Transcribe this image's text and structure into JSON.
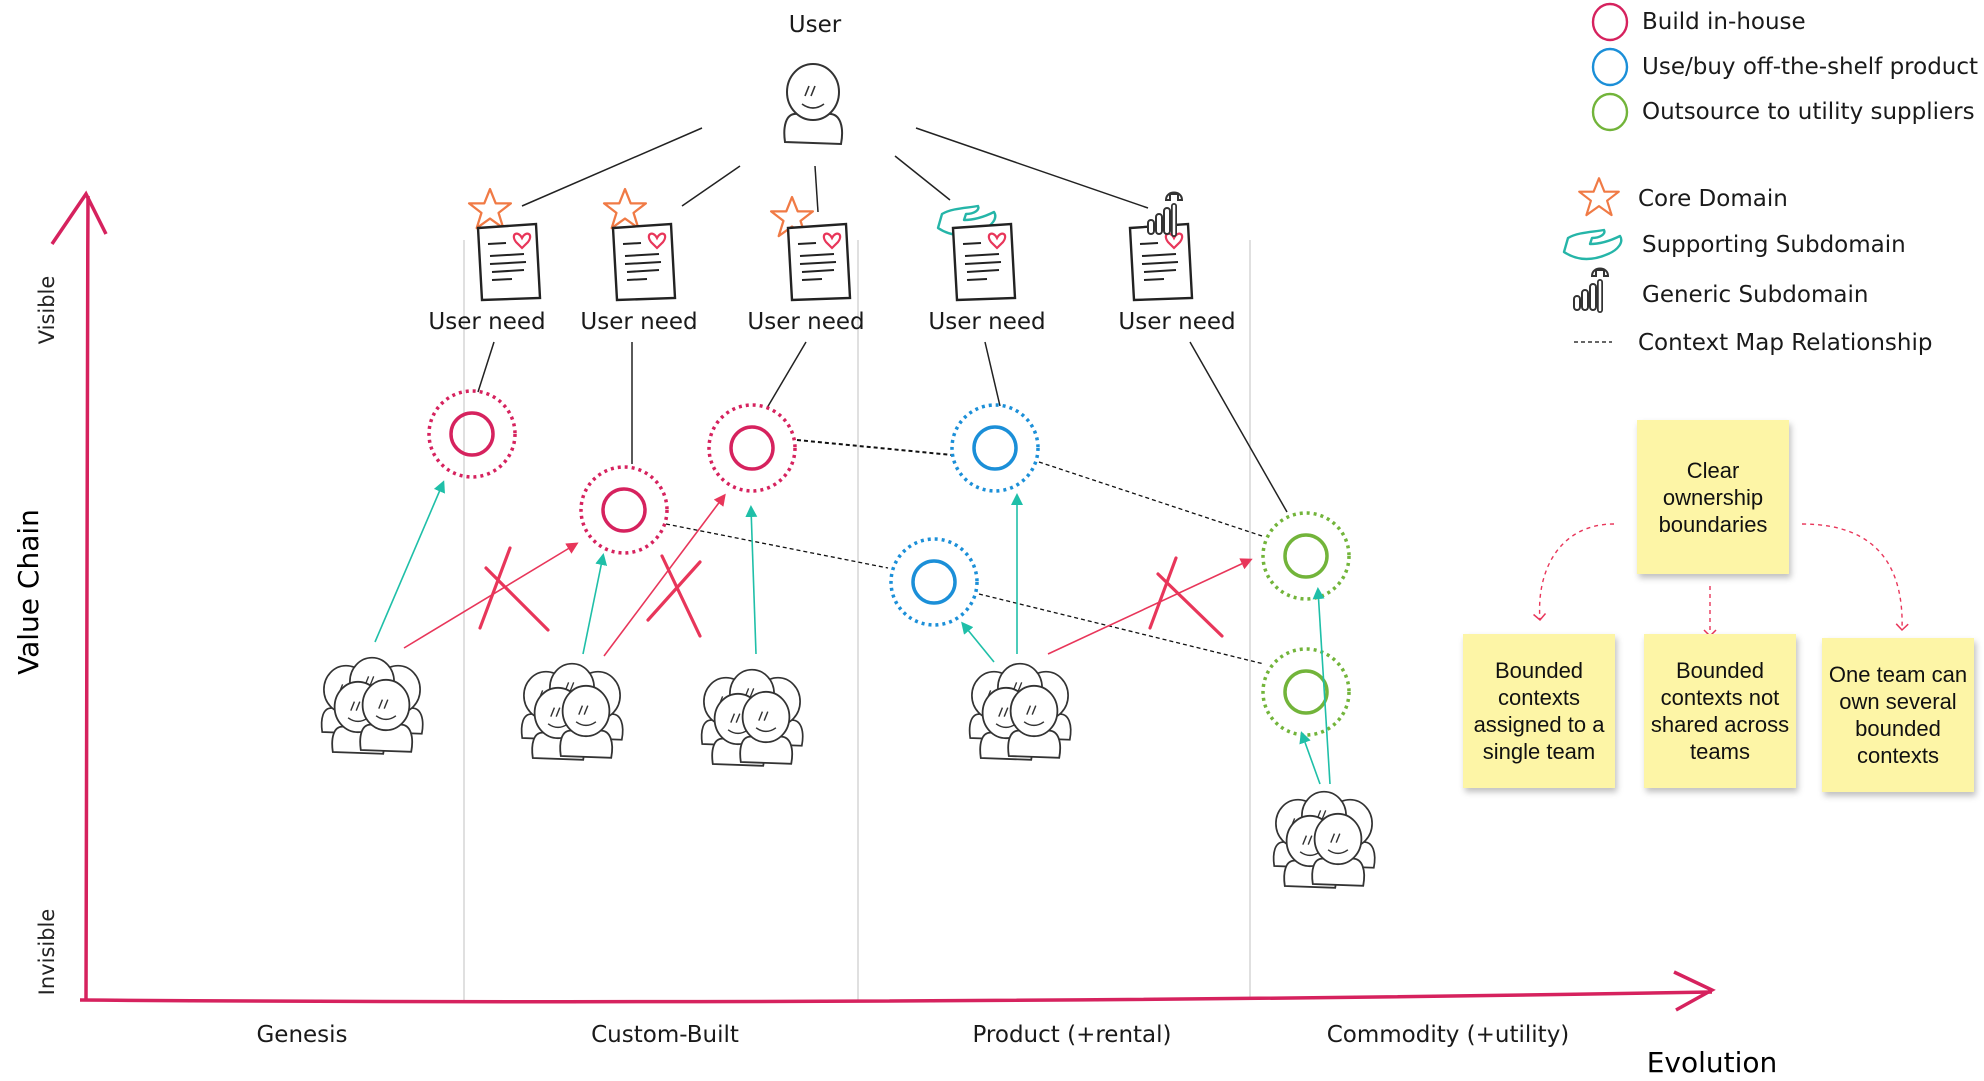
{
  "header": {
    "top_label": "User"
  },
  "user_needs": [
    {
      "label": "User need"
    },
    {
      "label": "User need"
    },
    {
      "label": "User need"
    },
    {
      "label": "User need"
    },
    {
      "label": "User need"
    }
  ],
  "legend": {
    "build": "Build in-house",
    "buy": "Use/buy off-the-shelf product",
    "outsource": "Outsource to utility suppliers",
    "core": "Core Domain",
    "supporting": "Supporting Subdomain",
    "generic": "Generic Subdomain",
    "context_map": "Context Map Relationship"
  },
  "axes": {
    "y_title": "Value Chain",
    "y_top": "Visible",
    "y_bottom": "Invisible",
    "x_title": "Evolution",
    "stages": [
      "Genesis",
      "Custom-Built",
      "Product (+rental)",
      "Commodity (+utility)"
    ]
  },
  "stickies": {
    "top": "Clear ownership boundaries",
    "left": "Bounded contexts assigned to a single team",
    "middle": "Bounded contexts not shared across teams",
    "right": "One team can own several bounded contexts"
  },
  "colors": {
    "build": "#d6225e",
    "buy": "#1b8fd8",
    "outsource": "#72b43a",
    "team_arrow": "#1fbfa8",
    "forbidden_arrow": "#e8365a",
    "axis": "#d6225e",
    "core_icon": "#f07a45",
    "supporting_icon": "#25b5a8",
    "sticky": "#fdf5a6"
  }
}
